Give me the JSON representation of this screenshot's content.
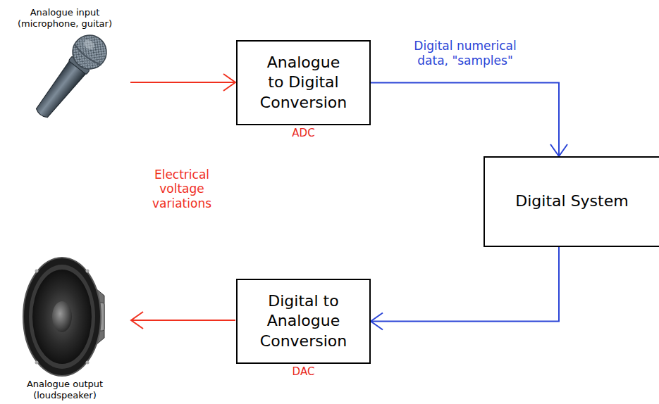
{
  "diagram": {
    "nodes": [
      {
        "text": [
          "Analogue to Digital Conversion",
          "ADC"
        ]
      },
      {
        "text": [
          "Digital System"
        ]
      },
      {
        "text": [
          "Digital to Analogue Conversion",
          "DAC"
        ]
      }
    ],
    "edges": [
      {
        "from": 0,
        "to": 1,
        "arrow": "to",
        "label": "Digital numerical data, \"samples\""
      },
      {
        "from": 1,
        "to": 2,
        "arrow": "to"
      }
    ],
    "labels": [
      "Analogue input (microphone, guitar)",
      "Electrical voltage variations",
      "Analogue output (loudspeaker)"
    ]
  }
}
